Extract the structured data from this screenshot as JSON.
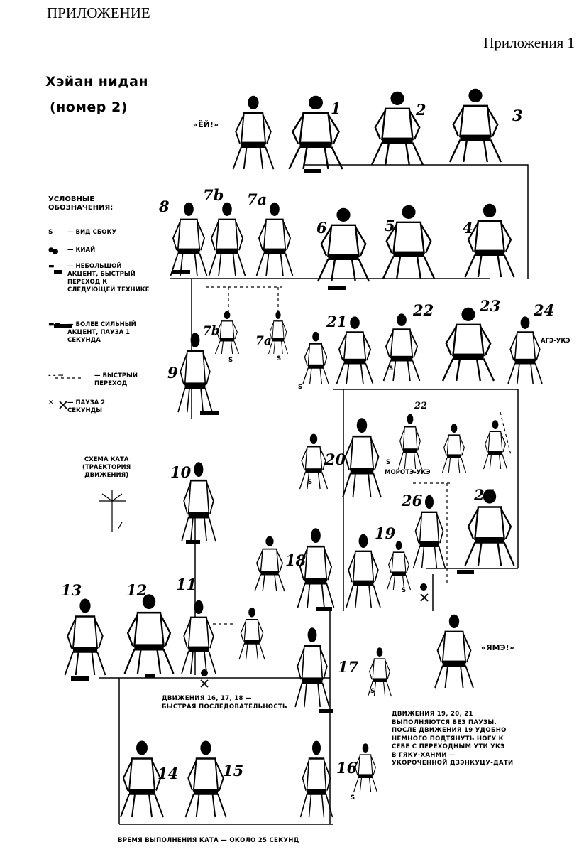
{
  "header": {
    "appendix": "ПРИЛОЖЕНИЕ",
    "appendix_sub": "Приложения 1"
  },
  "title": {
    "line1": "Хэйан нидан",
    "line2": "(номер 2)"
  },
  "calls": {
    "start": "«ЁЙ!»",
    "end": "«ЯМЭ!»"
  },
  "legend": {
    "heading": [
      "УСЛОВНЫЕ",
      "ОБОЗНАЧЕНИЯ:"
    ],
    "items": [
      {
        "symbol": "S",
        "text": "— ВИД СБОКУ"
      },
      {
        "symbol": "●",
        "text": "— КИАЙ"
      },
      {
        "symbol": "▬",
        "text": "— НЕБОЛЬШОЙ АКЦЕНТ, БЫСТРЫЙ ПЕРЕХОД К СЛЕДУЮЩЕЙ ТЕХНИКЕ"
      },
      {
        "symbol": "▬▬",
        "text": "— БОЛЕЕ СИЛЬНЫЙ АКЦЕНТ, ПАУЗА 1 СЕКУНДА"
      },
      {
        "symbol": "- - →",
        "text": "— БЫСТРЫЙ ПЕРЕХОД"
      },
      {
        "symbol": "✕",
        "text": "— ПАУЗА 2 СЕКУНДЫ"
      }
    ],
    "scheme": [
      "СХЕМА КАТА",
      "(ТРАЕКТОРИЯ",
      "ДВИЖЕНИЯ)"
    ]
  },
  "move_numbers": [
    "1",
    "2",
    "3",
    "4",
    "5",
    "6",
    "7a",
    "7b",
    "8",
    "7b",
    "7a",
    "9",
    "10",
    "11",
    "12",
    "13",
    "14",
    "15",
    "16",
    "17",
    "18",
    "19",
    "20",
    "21",
    "22",
    "23",
    "24",
    "25",
    "26",
    "22"
  ],
  "technique_labels": {
    "age_uke": "АГЭ-УКЭ",
    "morote_uke": "МОРОТЭ-УКЭ"
  },
  "side_marks": [
    "S",
    "S",
    "S",
    "S",
    "S",
    "S",
    "S",
    "S",
    "S"
  ],
  "notes": {
    "fast_sequence": [
      "ДВИЖЕНИЯ 16, 17, 18 —",
      "БЫСТРАЯ ПОСЛЕДОВАТЕЛЬНОСТЬ"
    ],
    "no_pause": [
      "ДВИЖЕНИЯ 19, 20, 21",
      "ВЫПОЛНЯЮТСЯ БЕЗ ПАУЗЫ.",
      "ПОСЛЕ ДВИЖЕНИЯ 19 УДОБНО",
      "НЕМНОГО ПОДТЯНУТЬ НОГУ К",
      "СЕБЕ С ПЕРЕХОДНЫМ УТИ УКЭ",
      "В ГЯКУ-ХАНМИ —",
      "УКОРОЧЕННОЙ ДЗЭНКУЦУ-ДАТИ"
    ],
    "duration": "ВРЕМЯ ВЫПОЛНЕНИЯ КАТА — ОКОЛО 25 СЕКУНД"
  }
}
